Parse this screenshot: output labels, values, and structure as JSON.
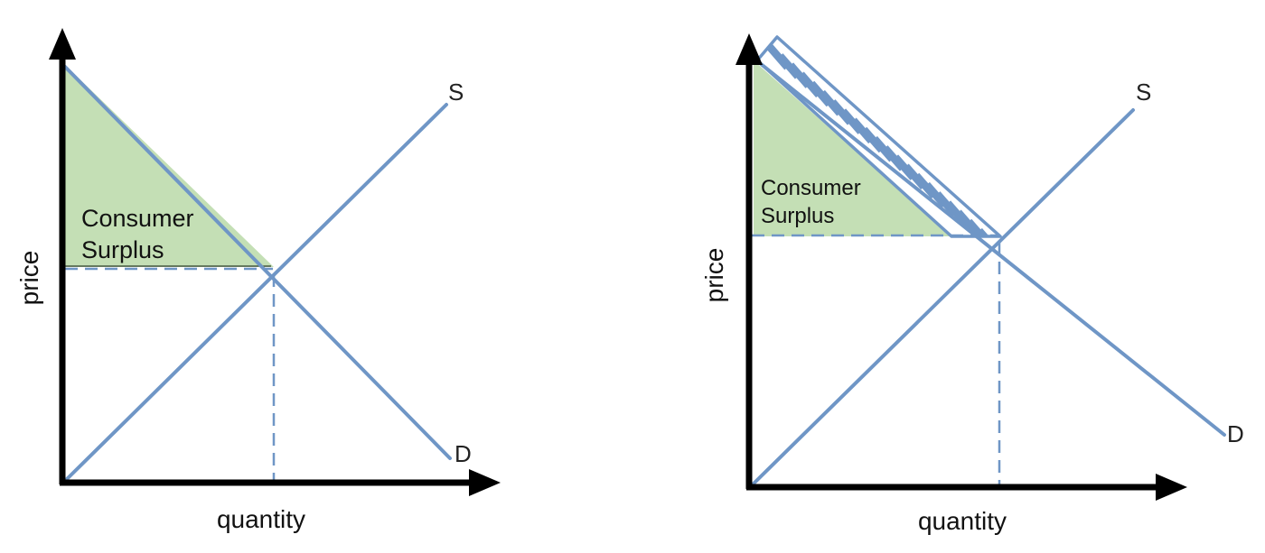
{
  "colors": {
    "axis": "#000000",
    "curve": "#6f96c6",
    "surplus_fill": "#c4dfb5",
    "dashed": "#6f96c6",
    "hatch": "#6f96c6"
  },
  "panels": [
    {
      "xlabel": "quantity",
      "ylabel": "price",
      "supply_label": "S",
      "demand_label": "D",
      "surplus_label": [
        "Consumer",
        "Surplus"
      ],
      "hatched_area": false
    },
    {
      "xlabel": "quantity",
      "ylabel": "price",
      "supply_label": "S",
      "demand_label": "D",
      "surplus_label": [
        "Consumer",
        "Surplus"
      ],
      "hatched_area": true
    }
  ]
}
